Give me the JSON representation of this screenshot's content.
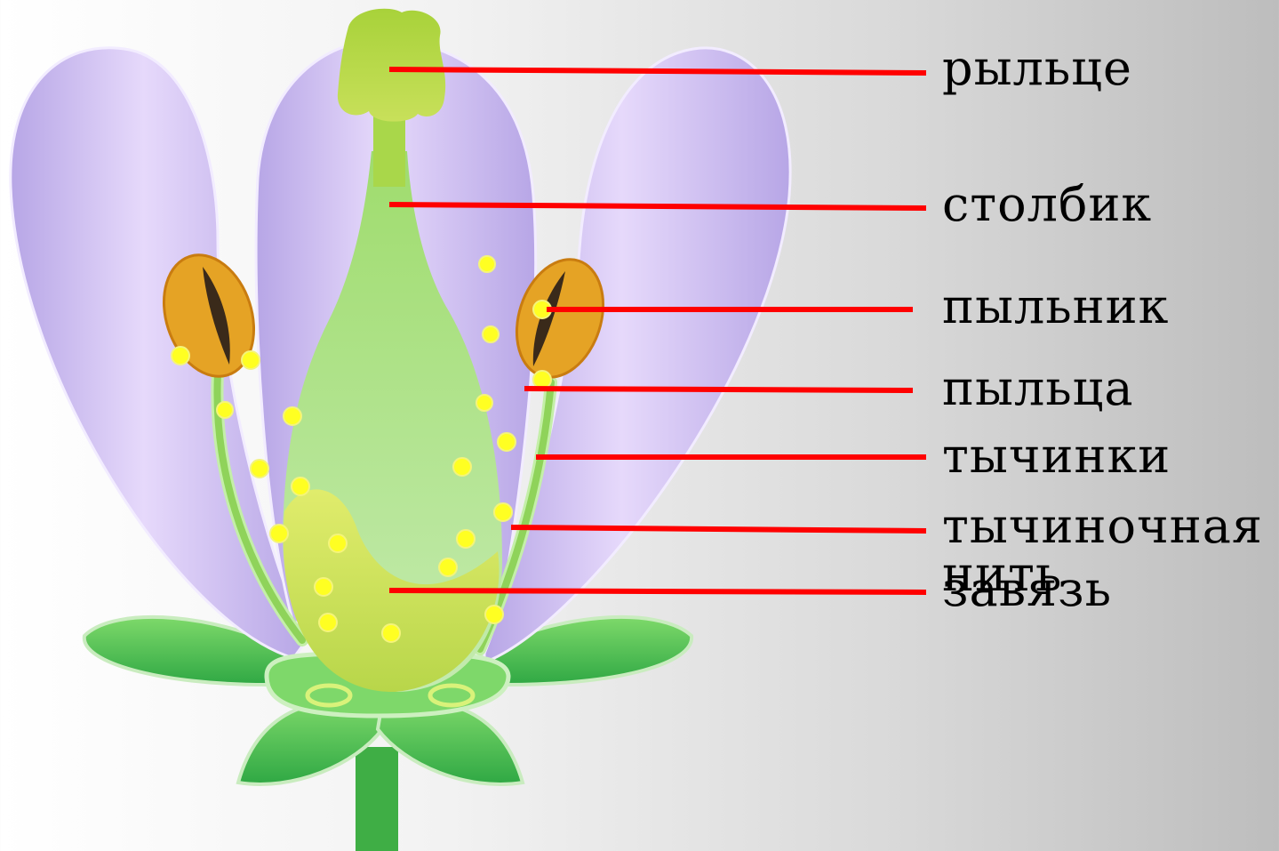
{
  "labels": [
    "рыльце",
    "столбик",
    "пыльник",
    "пыльца",
    "тычинки",
    "тычиночная нить",
    "завязь"
  ],
  "colors": {
    "pointer_line": "#ff0000",
    "petal": "#c8b8ee",
    "sepal": "#43b853",
    "pistil": "#b6e58f",
    "stigma": "#b9d63a",
    "anther": "#e29a1c",
    "pollen": "#ffff22",
    "filament": "#8fd35a"
  }
}
